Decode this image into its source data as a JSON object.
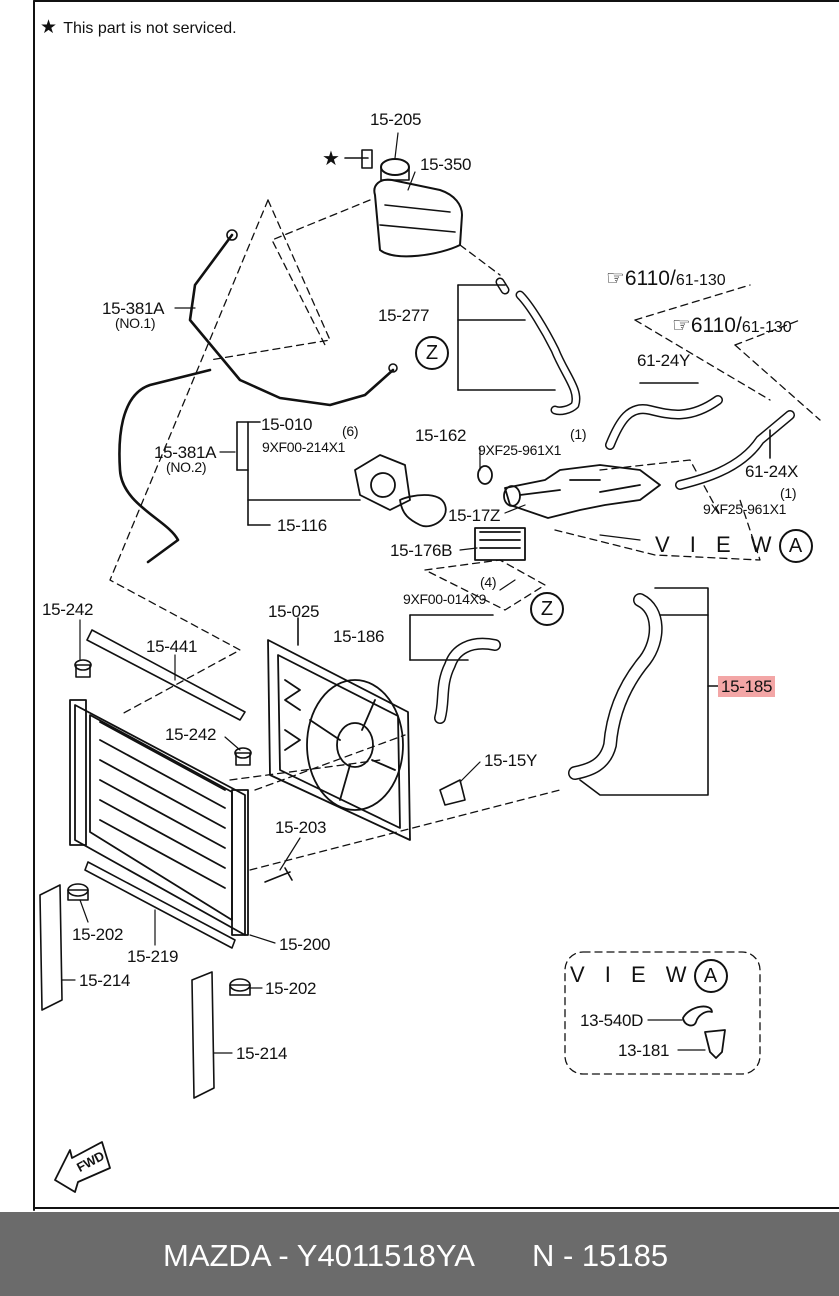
{
  "note": {
    "star": "★",
    "text": "This part is not serviced."
  },
  "parts": {
    "p15_205": "15-205",
    "p15_350": "15-350",
    "p15_381a_1": "15-381A",
    "p15_381a_1_sub": "(NO.1)",
    "p15_277": "15-277",
    "p6110_a": "6110",
    "p61_130_a": "61-130",
    "p6110_b": "6110",
    "p61_130_b": "61-130",
    "p61_24y": "61-24Y",
    "p15_010": "15-010",
    "p6_qty": "(6)",
    "p9xf00_214x1": "9XF00-214X1",
    "p15_162": "15-162",
    "p1_qty_a": "(1)",
    "p9xf25_961x1_a": "9XF25-961X1",
    "p61_24x": "61-24X",
    "p1_qty_b": "(1)",
    "p9xf25_961x1_b": "9XF25-961X1",
    "p15_381a_2": "15-381A",
    "p15_381a_2_sub": "(NO.2)",
    "p15_116": "15-116",
    "p15_17z": "15-17Z",
    "p15_176b": "15-176B",
    "p4_qty": "(4)",
    "p9xf00_014x9": "9XF00-014X9",
    "p15_242_a": "15-242",
    "p15_441": "15-441",
    "p15_025": "15-025",
    "p15_186": "15-186",
    "p15_185": "15-185",
    "p15_242_b": "15-242",
    "p15_15y": "15-15Y",
    "p15_203": "15-203",
    "p15_202_a": "15-202",
    "p15_219": "15-219",
    "p15_200": "15-200",
    "p15_214_a": "15-214",
    "p15_202_b": "15-202",
    "p15_214_b": "15-214",
    "p13_540d": "13-540D",
    "p13_181": "13-181"
  },
  "callouts": {
    "z1": "Z",
    "z2": "Z",
    "view_a_main": "V I E W",
    "view_a_circle": "A",
    "view_a_box": "V I E W",
    "view_a_box_circle": "A"
  },
  "fwd": "FWD",
  "footer": {
    "left": "MAZDA - Y4011518YA",
    "right": "N - 15185"
  },
  "highlight_color": "#f3a6a6",
  "footer_color": "#6b6b6b"
}
